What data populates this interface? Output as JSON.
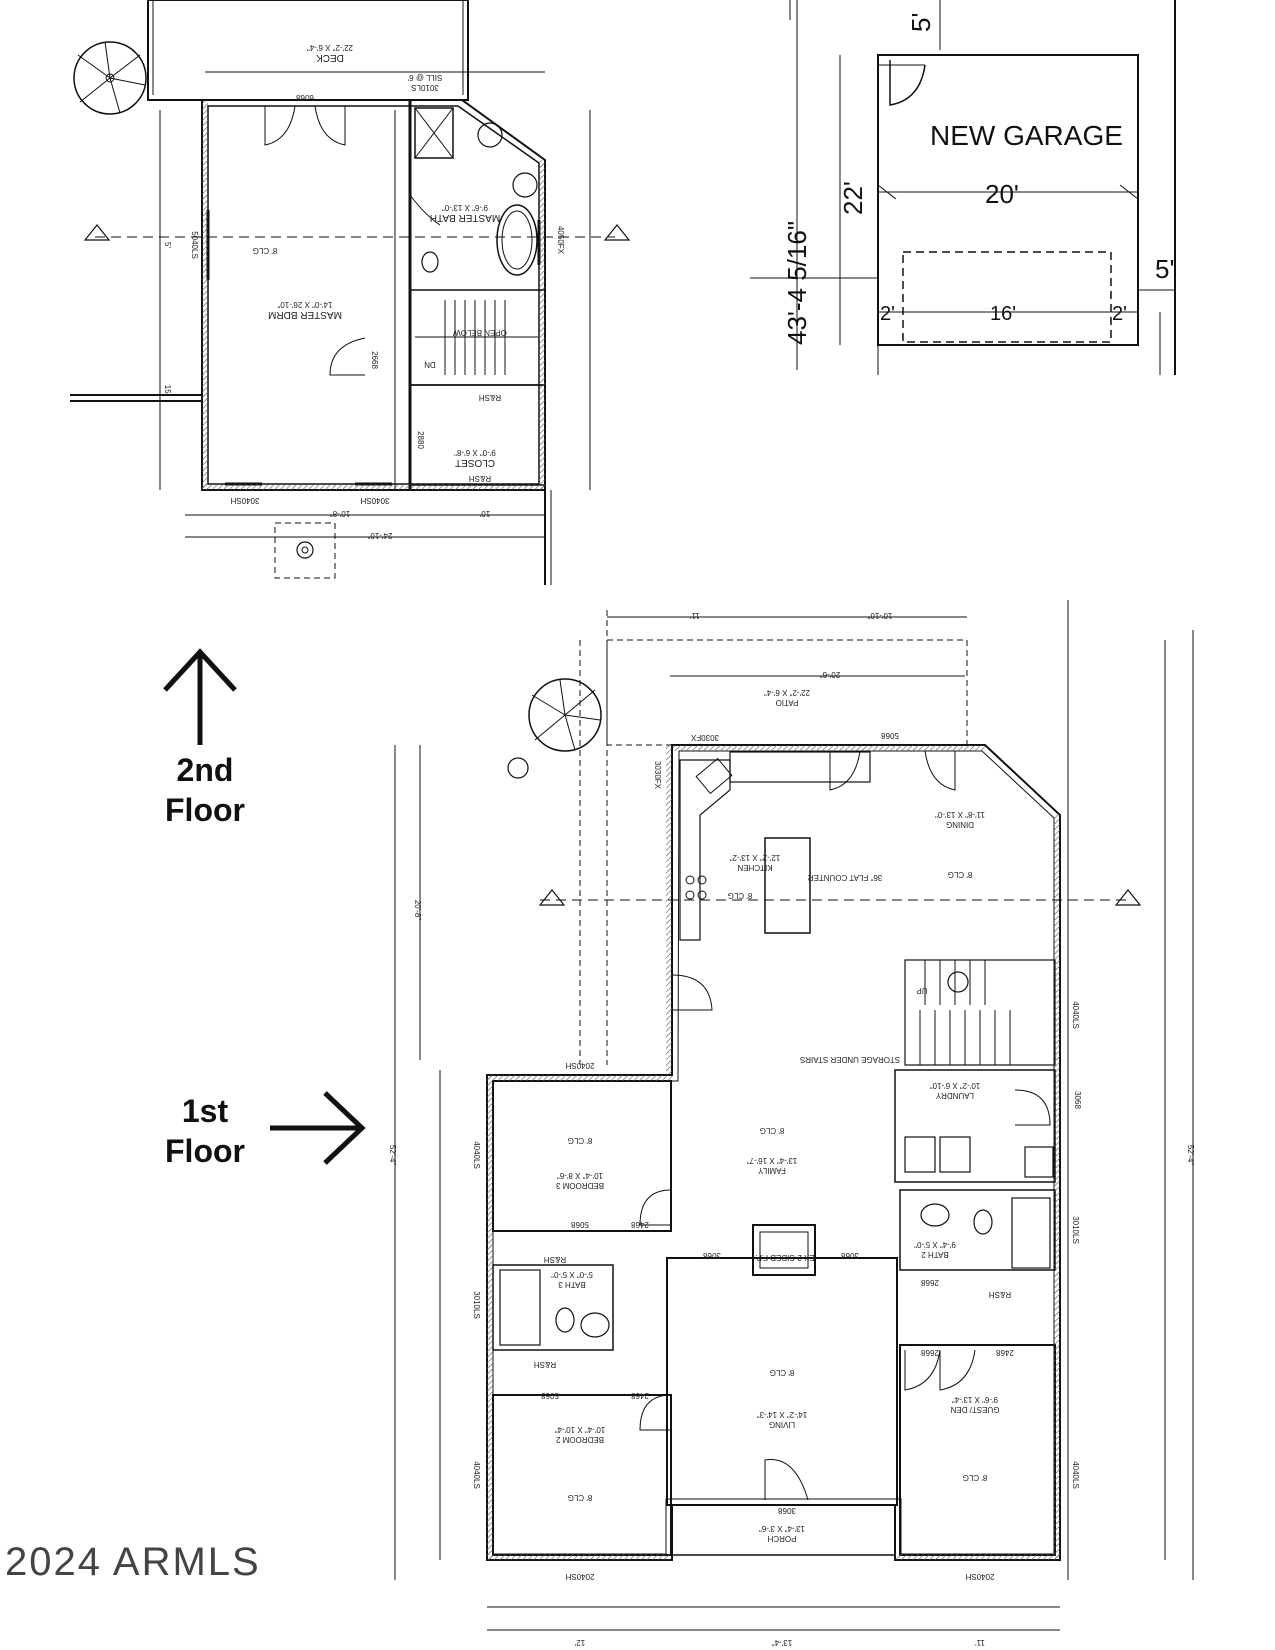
{
  "labels": {
    "second_floor_line1": "2nd",
    "second_floor_line2": "Floor",
    "first_floor_line1": "1st",
    "first_floor_line2": "Floor",
    "watermark": "2024 ARMLS"
  },
  "garage": {
    "title": "NEW GARAGE",
    "width": "20'",
    "depth": "22'",
    "setback_top": "5'",
    "setback_right": "5'",
    "overall": "43'-4 5/16\"",
    "door_left": "2'",
    "door_width": "16'",
    "door_right": "2'"
  },
  "second_floor": {
    "deck": "DECK",
    "deck_size": "22'-2\" X 6'-4\"",
    "master_bdrm": "MASTER BDRM",
    "master_bdrm_size": "14'-0\" X 26'-10\"",
    "master_bath": "MASTER BATH",
    "master_bath_size": "9'-6\" X 13'-0\"",
    "closet": "CLOSET",
    "closet_size": "9'-0\" X 6'-8\"",
    "open_below": "OPEN BELOW",
    "dn": "DN",
    "rsh": "R&SH",
    "clg": "8' CLG",
    "window_1": "3040SH",
    "window_2": "3040SH",
    "window_3": "5040LS",
    "door_1": "6068",
    "door_2": "2668",
    "door_3": "2880",
    "window_4": "4050FX",
    "sill": "SILL @ 6'",
    "window_5": "3010LS",
    "dim_overall": "24'-10\"",
    "dim_left": "10'-8\"",
    "dim_right": "10'",
    "dim_15": "15'",
    "dim_5": "5'"
  },
  "first_floor": {
    "patio": "PATIO",
    "patio_size": "22'-2\" X 6'-4\"",
    "kitchen": "KITCHEN",
    "kitchen_size": "12'-2\" X 13'-2\"",
    "dining": "DINING",
    "dining_size": "11'-8\" X 13'-0\"",
    "family": "FAMILY",
    "family_size": "13'-4\" X 16'-7\"",
    "laundry": "LAUNDRY",
    "laundry_size": "10'-2\" X 6'-10\"",
    "bedroom3": "BEDROOM 3",
    "bedroom3_size": "10'-4\" X 8'-6\"",
    "bath3": "BATH 3",
    "bath3_size": "5'-0\" X 5'-0\"",
    "bath2": "BATH 2",
    "bath2_size": "9'-4\" X 5'-0\"",
    "bedroom2": "BEDROOM 2",
    "bedroom2_size": "10'-4\" X 10'-4\"",
    "living": "LIVING",
    "living_size": "14'-2\" X 14'-3\"",
    "guest": "GUEST/ DEN",
    "guest_size": "9'-6\" X 13'-4\"",
    "porch": "PORCH",
    "porch_size": "13'-4\" X 3'-6\"",
    "clg": "8' CLG",
    "fp": "EX 2-SIDED F.P.",
    "storage": "STORAGE UNDER STAIRS",
    "up": "UP",
    "rsh": "R&SH",
    "counter": "36\" FLAT COUNTER",
    "overall_depth": "52'-4\"",
    "overall_left": "20'-8\"",
    "dim_bottom_1": "12'",
    "dim_bottom_2": "13'-4\"",
    "dim_bottom_3": "11'",
    "dim_top_1": "11'",
    "dim_top_2": "10'-10\"",
    "dim_patio": "20'-6\"",
    "window_a": "2040SH",
    "window_b": "4040LS",
    "window_c": "3010LS",
    "window_d": "3030FX",
    "door_a": "5068",
    "door_b": "3068",
    "door_c": "2468",
    "door_d": "2668"
  }
}
